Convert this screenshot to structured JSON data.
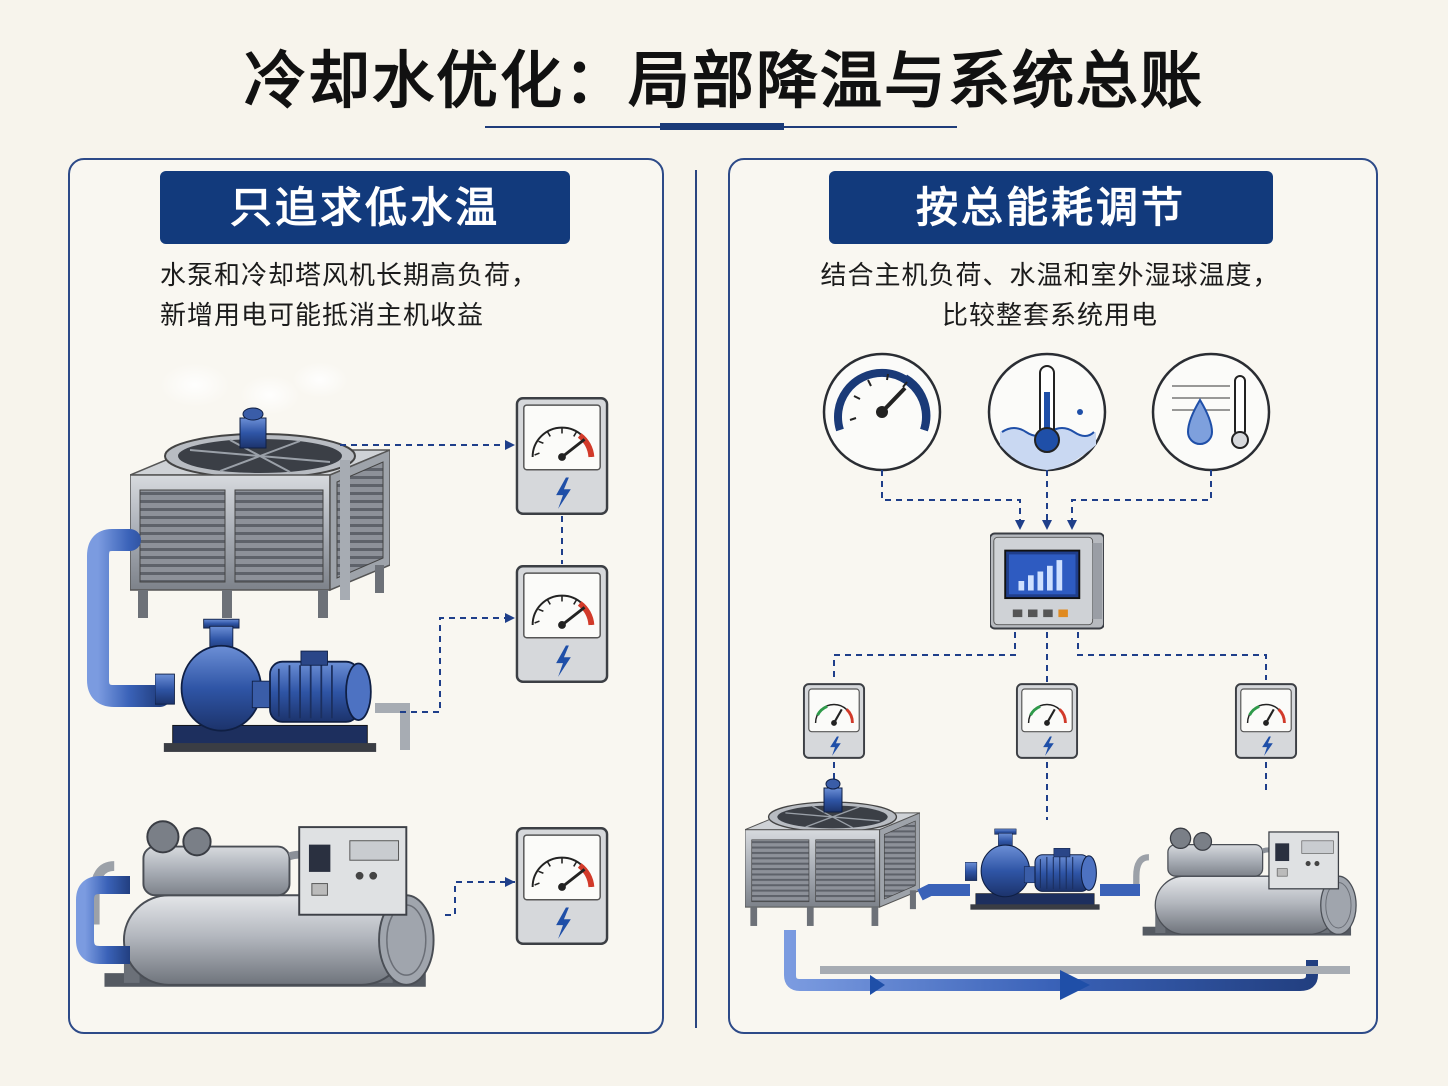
{
  "title": "冷却水优化：局部降温与系统总账",
  "left": {
    "heading": "只追求低水温",
    "desc_line1": "水泵和冷却塔风机长期高负荷，",
    "desc_line2": "新增用电可能抵消主机收益"
  },
  "right": {
    "heading": "按总能耗调节",
    "desc_line1": "结合主机负荷、水温和室外湿球温度，",
    "desc_line2": "比较整套系统用电"
  },
  "icons": {
    "meter_symbol": "lightning-bolt-icon",
    "load_sensor": "gauge-icon",
    "water_temp_sensor": "thermometer-water-icon",
    "wet_bulb_sensor": "droplet-thermometer-icon"
  },
  "colors": {
    "navy": "#123a7c",
    "pipe_blue": "#3a62b8",
    "steel": "#b9bdc4",
    "alert_red": "#d23a2a"
  }
}
